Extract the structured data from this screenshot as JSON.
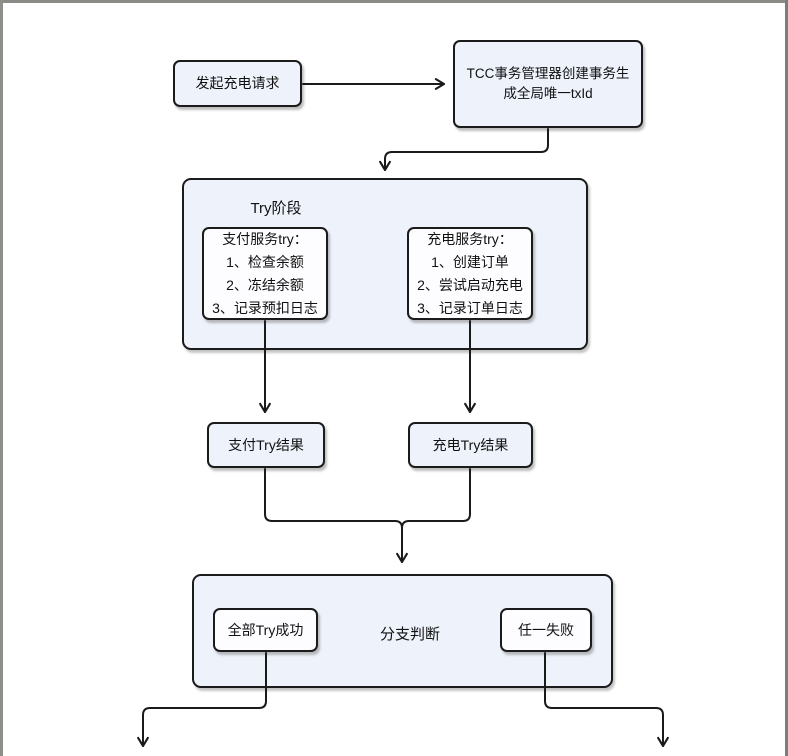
{
  "diagram": {
    "start_label": "发起充电请求",
    "tcc_label": "TCC事务管理器创建事务生成全局唯一txId",
    "try_stage": {
      "title": "Try阶段",
      "pay_lines": [
        "支付服务try：",
        "1、检查余额",
        "2、冻结余额",
        "3、记录预扣日志"
      ],
      "charge_lines": [
        "充电服务try：",
        "1、创建订单",
        "2、尝试启动充电",
        "3、记录订单日志"
      ]
    },
    "pay_result_label": "支付Try结果",
    "charge_result_label": "充电Try结果",
    "branch": {
      "title": "分支判断",
      "all_success_label": "全部Try成功",
      "any_fail_label": "任一失败"
    }
  },
  "colors": {
    "node_fill": "#edf2fb",
    "inner_node_fill": "#fdfdff",
    "node_border": "#1b1b1b",
    "connector": "#1a1a1a",
    "frame_edge": "#8a8a86"
  }
}
